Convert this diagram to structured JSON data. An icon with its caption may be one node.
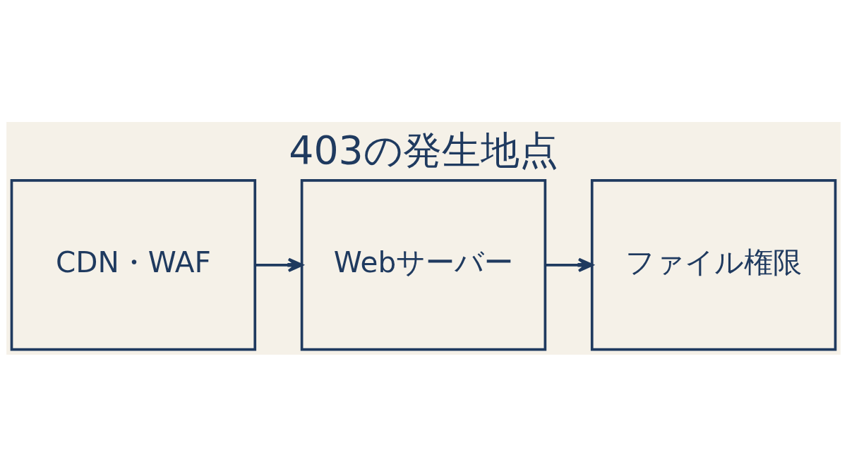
{
  "diagram": {
    "title": "403の発生地点",
    "nodes": [
      {
        "text": [
          "CDN・WAF"
        ]
      },
      {
        "text": [
          "Webサーバー"
        ]
      },
      {
        "text": [
          "ファイル権限"
        ]
      }
    ],
    "edges": [
      {
        "from": 0,
        "to": 1,
        "arrow": "to"
      },
      {
        "from": 1,
        "to": 2,
        "arrow": "to"
      }
    ]
  }
}
